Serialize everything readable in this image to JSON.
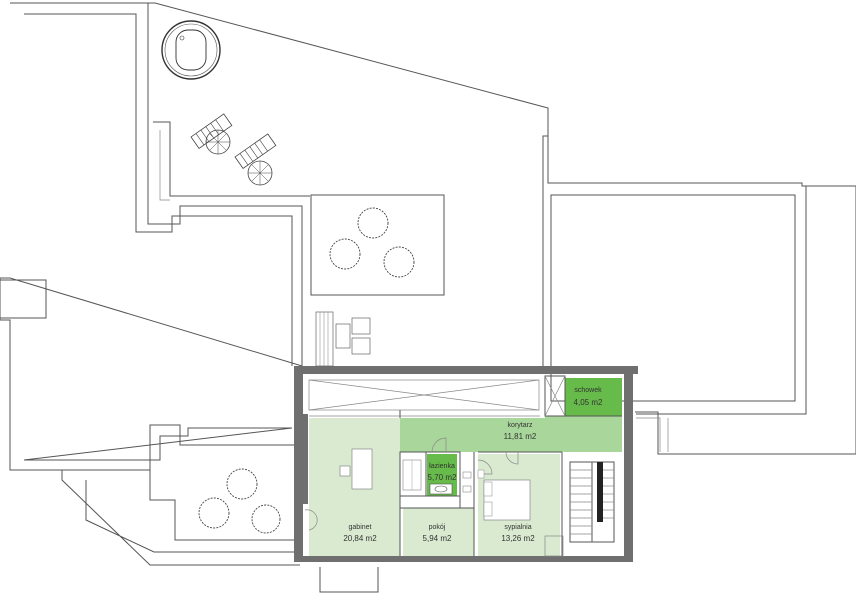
{
  "rooms": {
    "schowek": {
      "name": "schowek",
      "area": "4,05 m2"
    },
    "korytarz": {
      "name": "korytarz",
      "area": "11,81 m2"
    },
    "lazienka": {
      "name": "łazienka",
      "area": "5,70 m2"
    },
    "gabinet": {
      "name": "gabinet",
      "area": "20,84 m2"
    },
    "pokoj": {
      "name": "pokój",
      "area": "5,94 m2"
    },
    "sypialnia": {
      "name": "sypialnia",
      "area": "13,26 m2"
    }
  },
  "colors": {
    "room_light_green": "#d9ead0",
    "room_mid_green": "#a9d69a",
    "room_bright_green": "#66bb4a",
    "wall_dark": "#6f6f6f",
    "outline": "#555555"
  },
  "icons": [
    "hot-tub-icon",
    "sun-lounger-icon",
    "umbrella-icon",
    "tree-icon",
    "stairs-icon",
    "bed-icon",
    "desk-icon",
    "sink-icon",
    "toilet-icon"
  ]
}
